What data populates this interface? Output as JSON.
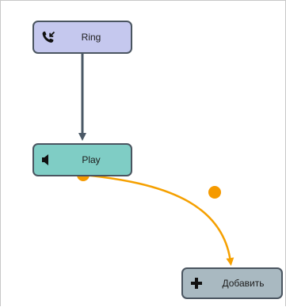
{
  "nodes": {
    "ring": {
      "label": "Ring",
      "icon": "phone-incoming-icon"
    },
    "play": {
      "label": "Play",
      "icon": "speaker-icon"
    },
    "add": {
      "label": "Добавить",
      "icon": "plus-icon"
    }
  },
  "colors": {
    "ring_fill": "#c5c8ee",
    "play_fill": "#7fcdc5",
    "add_fill": "#a9b9c1",
    "node_border": "#4a5560",
    "connector": "#4a5866",
    "active_connector": "#f5a000",
    "port": "#f59a00"
  }
}
